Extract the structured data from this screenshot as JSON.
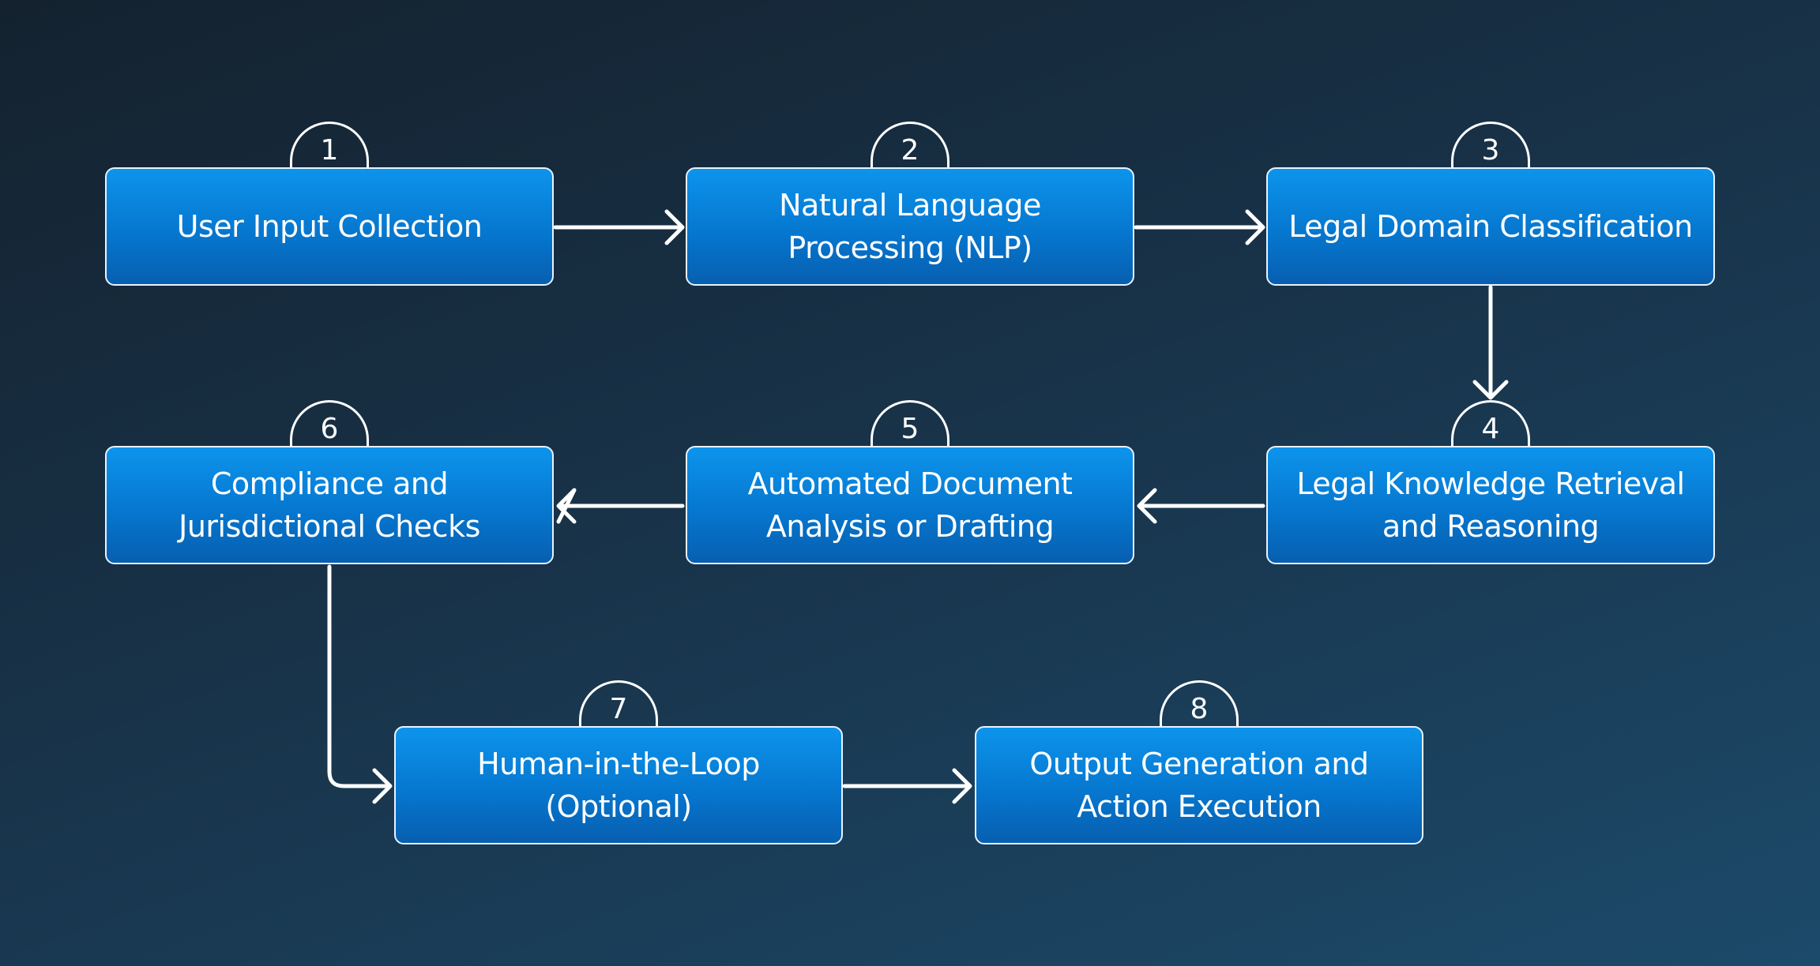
{
  "colors": {
    "background_start": "#14222f",
    "background_end": "#1c4a6a",
    "box_fill": "#0b85de",
    "box_border": "#e8f3ff",
    "connector": "#ffffff"
  },
  "steps": [
    {
      "number": "1",
      "label": "User Input Collection"
    },
    {
      "number": "2",
      "label": "Natural Language\nProcessing (NLP)"
    },
    {
      "number": "3",
      "label": "Legal Domain Classification"
    },
    {
      "number": "4",
      "label": "Legal Knowledge Retrieval\nand Reasoning"
    },
    {
      "number": "5",
      "label": "Automated Document\nAnalysis or Drafting"
    },
    {
      "number": "6",
      "label": "Compliance and\nJurisdictional Checks"
    },
    {
      "number": "7",
      "label": "Human-in-the-Loop\n(Optional)"
    },
    {
      "number": "8",
      "label": "Output Generation and\nAction Execution"
    }
  ],
  "connections": [
    {
      "from": "1",
      "to": "2"
    },
    {
      "from": "2",
      "to": "3"
    },
    {
      "from": "3",
      "to": "4"
    },
    {
      "from": "4",
      "to": "5"
    },
    {
      "from": "5",
      "to": "6"
    },
    {
      "from": "6",
      "to": "7"
    },
    {
      "from": "7",
      "to": "8"
    }
  ]
}
